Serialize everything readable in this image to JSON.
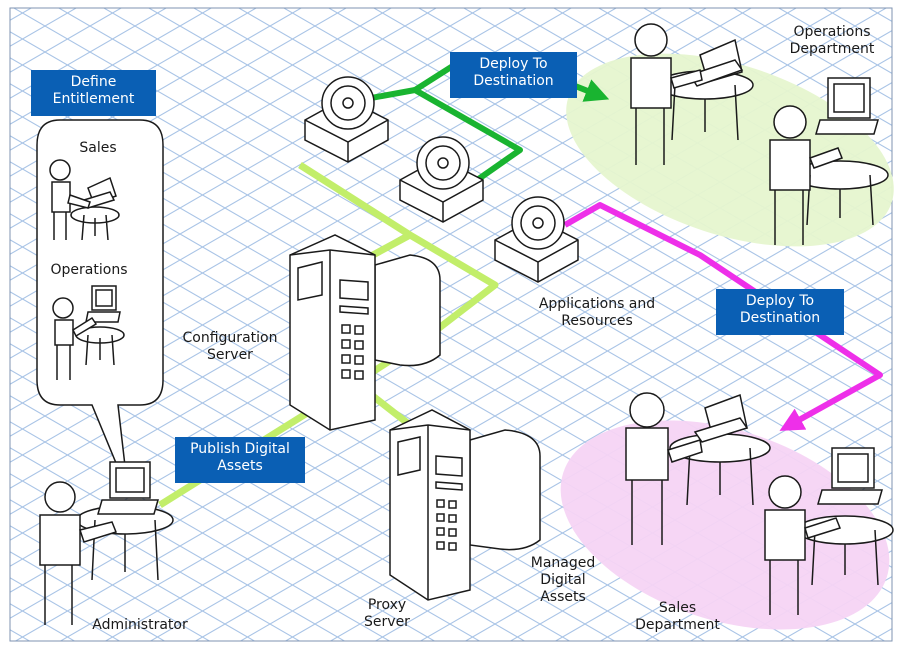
{
  "callouts": {
    "define_entitlement": "Define Entitlement",
    "deploy_top": "Deploy To Destination",
    "deploy_right": "Deploy To Destination",
    "publish": "Publish Digital Assets"
  },
  "labels": {
    "sales": "Sales",
    "operations": "Operations",
    "operations_department": "Operations Department",
    "applications_resources": "Applications and Resources",
    "configuration_server": "Configuration Server",
    "administrator": "Administrator",
    "proxy_server": "Proxy Server",
    "managed_digital_assets": "Managed Digital Assets",
    "sales_department": "Sales Department"
  },
  "colors": {
    "callout_bg": "#0a5fb4",
    "grid": "#a9c4e6",
    "path_green": "#19b430",
    "path_lime": "#c2ee6a",
    "path_magenta": "#ee2fe9",
    "ops_zone": "#e6f5cf",
    "sales_zone": "#f6d4f4"
  }
}
